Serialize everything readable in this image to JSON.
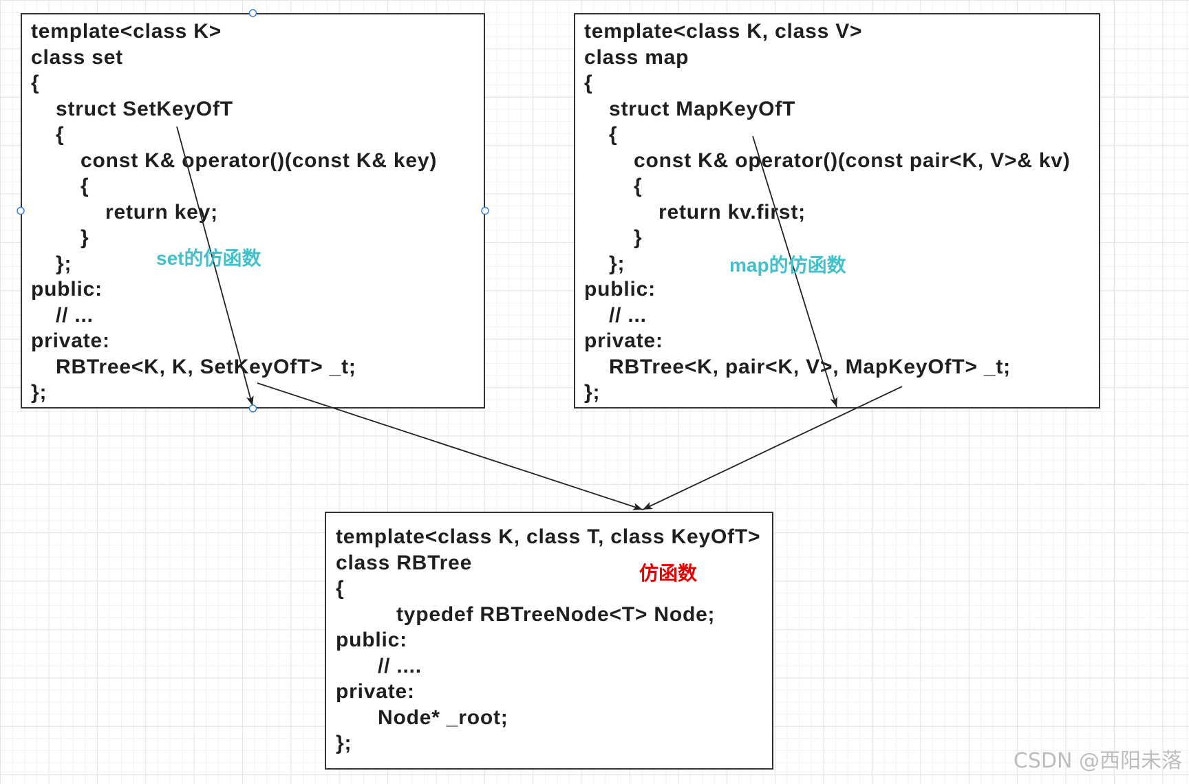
{
  "set_box": {
    "lines": [
      "template<class K>",
      "class set",
      "{",
      "struct SetKeyOfT",
      "{",
      "const K& operator()(const K& key)",
      "{",
      "return key;",
      "}",
      "};",
      "public:",
      "// ...",
      "private:",
      "RBTree<K, K, SetKeyOfT> _t;",
      "};"
    ]
  },
  "map_box": {
    "lines": [
      "template<class K, class V>",
      "class map",
      "{",
      "struct MapKeyOfT",
      "{",
      "const K& operator()(const pair<K, V>& kv)",
      "{",
      "return kv.first;",
      "}",
      "};",
      "public:",
      "// ...",
      "private:",
      "RBTree<K, pair<K, V>, MapKeyOfT> _t;",
      "};"
    ]
  },
  "rbtree_box": {
    "lines": [
      "template<class K, class T, class KeyOfT>",
      "class RBTree",
      "{",
      "typedef RBTreeNode<T> Node;",
      "public:",
      "// ....",
      "private:",
      "Node* _root;",
      "};"
    ]
  },
  "annotations": {
    "set_functor": "set的仿函数",
    "map_functor": "map的仿函数",
    "functor": "仿函数"
  },
  "watermark": "CSDN @西阳未落",
  "colors": {
    "code_text": "#1f1f1f",
    "annotation_teal": "#43c0ca",
    "annotation_red": "#e60000",
    "box_border": "#333333",
    "arrow": "#222222",
    "selection_handle": "#2b7de9"
  }
}
